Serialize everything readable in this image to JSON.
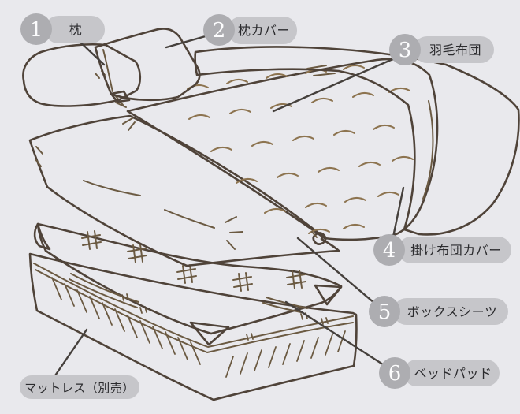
{
  "diagram": {
    "title_hint": "bedding-layers-diagram",
    "items": [
      {
        "number": "1",
        "label": "枕"
      },
      {
        "number": "2",
        "label": "枕カバー"
      },
      {
        "number": "3",
        "label": "羽毛布団"
      },
      {
        "number": "4",
        "label": "掛け布団カバー"
      },
      {
        "number": "5",
        "label": "ボックスシーツ"
      },
      {
        "number": "6",
        "label": "ベッドパッド"
      }
    ],
    "mattress_label": "マットレス（別売）",
    "colors": {
      "background": "#e9e9ed",
      "fabric_orange": "#f7c28b",
      "fabric_orange_shade": "#edb274",
      "quilt_cream": "#f8efcb",
      "mattress_cream": "#f9f0c4",
      "white": "#ffffff",
      "outline": "#4f4339",
      "badge_circle": "#adadb1",
      "label_pill": "#c6c6ca",
      "label_text": "#2b2b2e",
      "number_text": "#fcfcfd"
    }
  }
}
